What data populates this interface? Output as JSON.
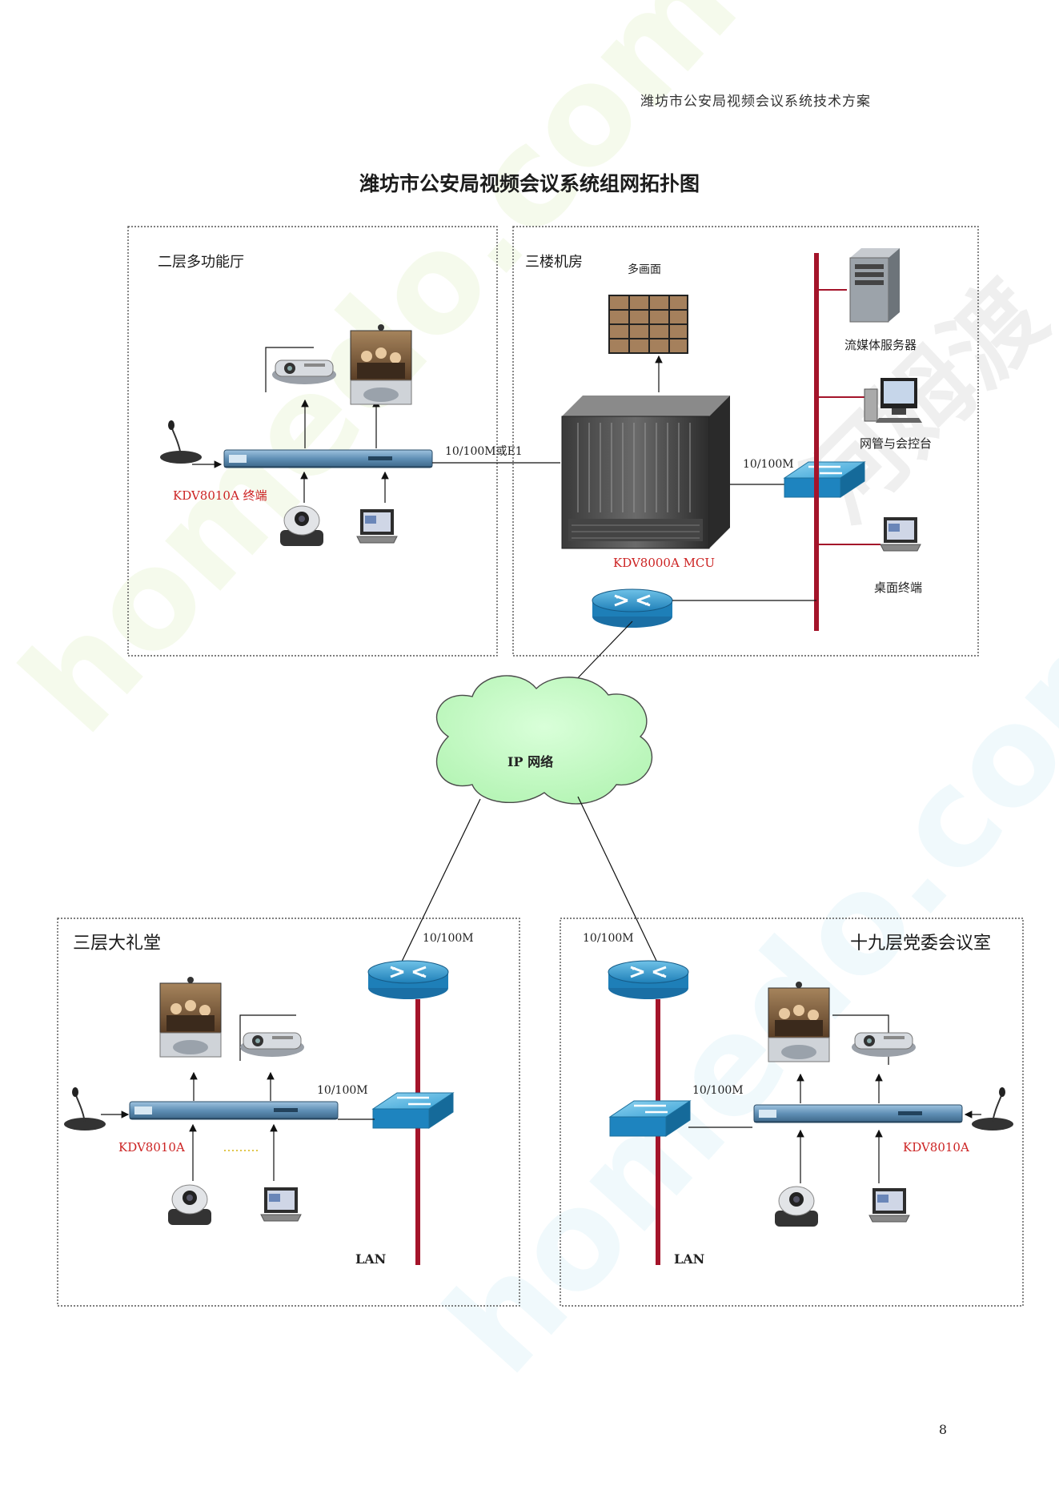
{
  "header": {
    "doc_title": "潍坊市公安局视频会议系统技术方案"
  },
  "diagram": {
    "title": "潍坊市公安局视频会议系统组网拓扑图",
    "zones": {
      "floor2": {
        "label": "二层多功能厅",
        "terminal_label": "KDV8010A 终端"
      },
      "floor3_room": {
        "label": "三楼机房",
        "multiview_label": "多画面",
        "mcu_label": "KDV8000A MCU",
        "link_label": "10/100M",
        "streaming_label": "流媒体服务器",
        "nms_label": "网管与会控台",
        "desktop_label": "桌面终端"
      },
      "floor3_hall": {
        "label": "三层大礼堂",
        "terminal_label": "KDV8010A",
        "uplink_label": "10/100M",
        "lan_link_label": "10/100M",
        "lan_label": "LAN"
      },
      "floor19": {
        "label": "十九层党委会议室",
        "terminal_label": "KDV8010A",
        "uplink_label": "10/100M",
        "lan_link_label": "10/100M",
        "lan_label": "LAN"
      }
    },
    "floor2_to_mcu_link": "10/100M或E1",
    "cloud_label": "IP 网络"
  },
  "watermark": {
    "text": "homedo.com",
    "brand": "河姆渡"
  },
  "footer": {
    "page_number": "8"
  }
}
